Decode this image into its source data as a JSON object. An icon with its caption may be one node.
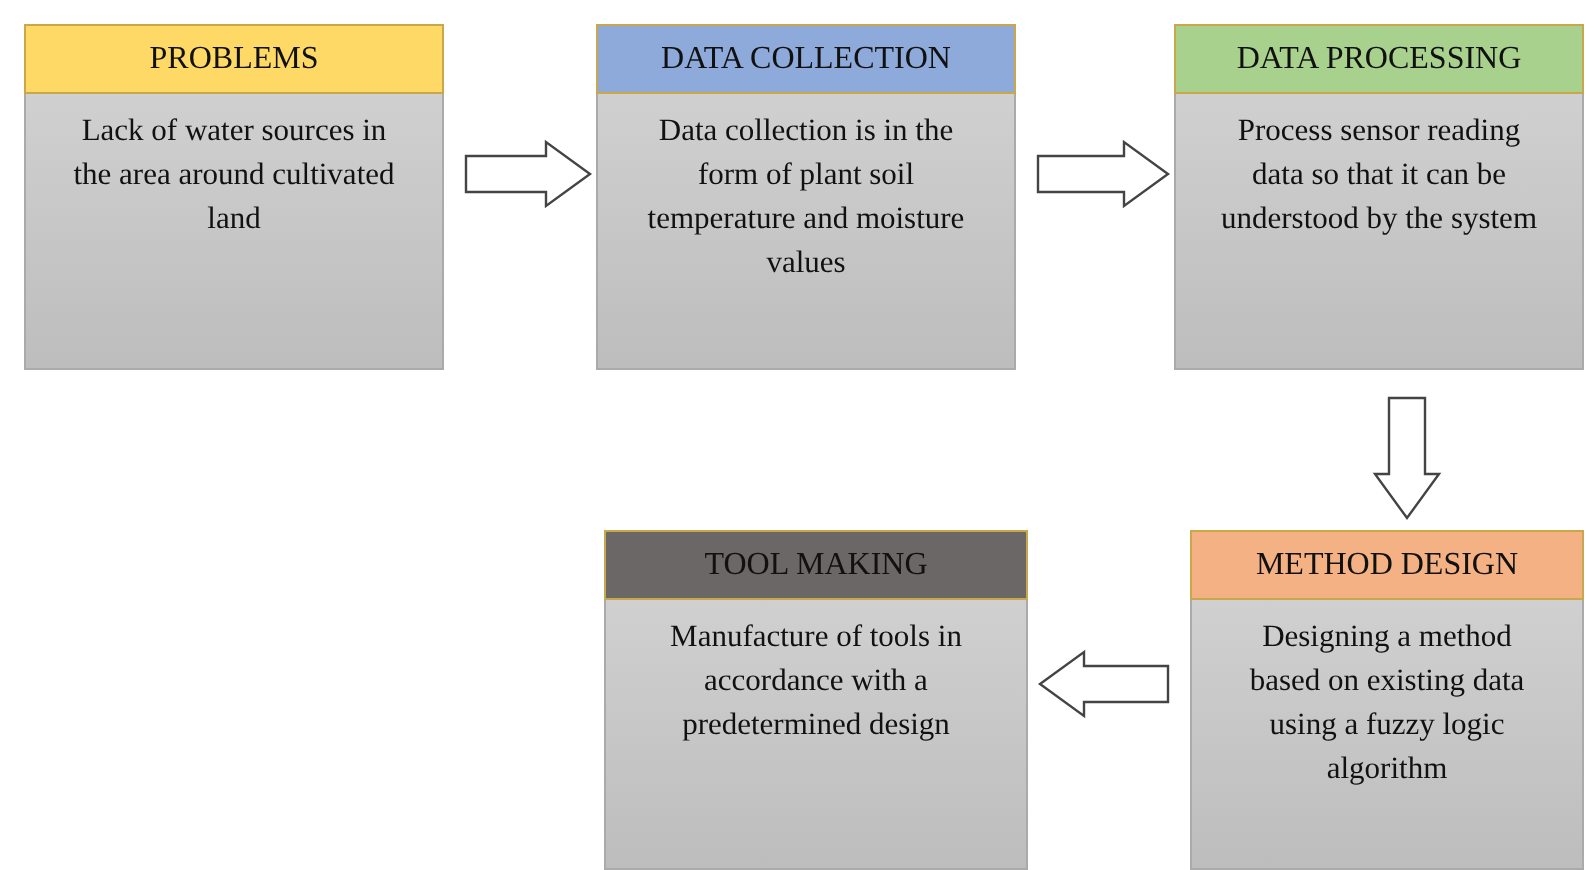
{
  "diagram": {
    "nodes": [
      {
        "text": [
          "PROBLEMS",
          "Lack of water sources in the area around cultivated land"
        ]
      },
      {
        "text": [
          "DATA COLLECTION",
          "Data collection is in the form of plant soil temperature and moisture values"
        ]
      },
      {
        "text": [
          "DATA PROCESSING",
          "Process sensor reading data so that it can be understood by the system"
        ]
      },
      {
        "text": [
          "TOOL MAKING",
          "Manufacture of tools in accordance with a predetermined design"
        ]
      },
      {
        "text": [
          "METHOD DESIGN",
          "Designing a method based on existing data using a fuzzy logic algorithm"
        ]
      }
    ],
    "edges": [
      {
        "from": 0,
        "to": 1,
        "arrow": "to"
      },
      {
        "from": 1,
        "to": 2,
        "arrow": "to"
      },
      {
        "from": 2,
        "to": 4,
        "arrow": "to"
      },
      {
        "from": 4,
        "to": 3,
        "arrow": "to"
      }
    ]
  }
}
